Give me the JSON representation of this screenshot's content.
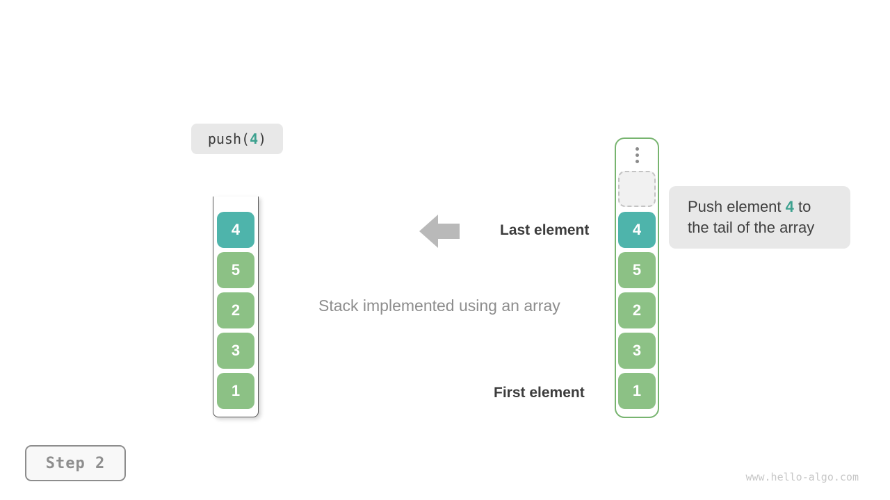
{
  "page": {
    "watermark": "www.hello-algo.com"
  },
  "operation": {
    "prefix": "push(",
    "arg": "4",
    "suffix": ")"
  },
  "step": {
    "label": "Step 2"
  },
  "stacks": {
    "before": {
      "cells": [
        {
          "value": "4",
          "state": "new"
        },
        {
          "value": "5",
          "state": "normal"
        },
        {
          "value": "2",
          "state": "normal"
        },
        {
          "value": "3",
          "state": "normal"
        },
        {
          "value": "1",
          "state": "normal"
        }
      ]
    },
    "after": {
      "has_ellipsis": true,
      "has_empty_slot": true,
      "cells": [
        {
          "value": "4",
          "state": "new"
        },
        {
          "value": "5",
          "state": "normal"
        },
        {
          "value": "2",
          "state": "normal"
        },
        {
          "value": "3",
          "state": "normal"
        },
        {
          "value": "1",
          "state": "normal"
        }
      ]
    }
  },
  "annotations": {
    "last_element": "Last element",
    "first_element": "First element",
    "caption": "Stack implemented using an array",
    "callout": {
      "line1_pre": "Push element ",
      "line1_num": "4",
      "line1_post": " to",
      "line2": "the tail of the array"
    }
  },
  "colors": {
    "teal": "#4eb4ab",
    "green": "#8cc185",
    "green-border": "#77b46f",
    "gray-box": "#e8e8e8",
    "dark-text": "#3c3c3c",
    "gray-text": "#8d8d8d",
    "arrow-gray": "#b9b9b9",
    "step-border": "#8d8d8d",
    "step-bg": "#f8f8f8",
    "step-text": "#8e8e8e",
    "watermark": "#c7c7c7",
    "dash-bg": "#f1f1f1",
    "dash-border": "#c3c3c3",
    "dots": "#8a8a8a",
    "container-line": "#555555"
  }
}
